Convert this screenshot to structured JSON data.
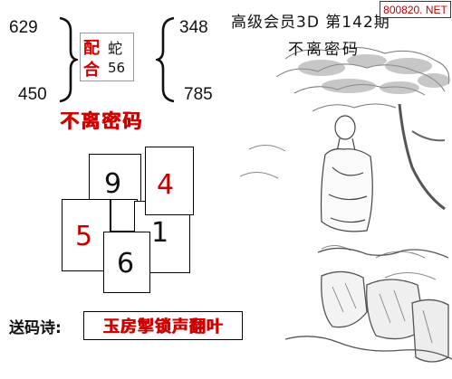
{
  "top_left_numbers": {
    "top_left": "629",
    "bottom_left": "450",
    "top_right": "348",
    "bottom_right": "785"
  },
  "pairing": {
    "label_pei": "配",
    "value_pei": "蛇",
    "label_he": "合",
    "value_he": "56"
  },
  "left_slogan": "不离密码",
  "cards": {
    "card_9": "9",
    "card_4": "4",
    "card_5": "5",
    "card_1": "1",
    "card_6": "6"
  },
  "footer": {
    "poem_label": "送码诗:",
    "poem_text": "玉房掣锁声翻叶"
  },
  "header": {
    "title": "高级会员3D 第142期",
    "subtitle": "不离密码",
    "site": "800820. NET"
  },
  "colors": {
    "accent_red": "#d10000",
    "text": "#111111",
    "background": "#ffffff"
  }
}
